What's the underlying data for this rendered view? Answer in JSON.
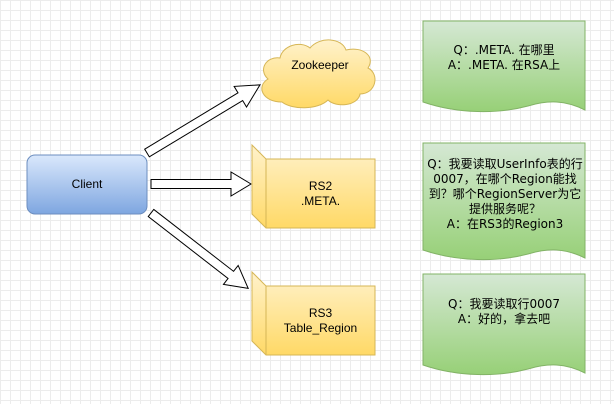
{
  "nodes": {
    "client": "Client",
    "zookeeper": "Zookeeper",
    "rs2": "RS2\n.META.",
    "rs3": "RS3\nTable_Region"
  },
  "notes": {
    "note1": "Q：.META. 在哪里\nA：.META. 在RSA上",
    "note2": "Q：我要读取UserInfo表的行0007，在哪个Region能找到？哪个RegionServer为它提供服务呢？\nA：在RS3的Region3",
    "note3": "Q：我要读取行0007\nA：好的，拿去吧"
  },
  "colors": {
    "client_fill_top": "#dae8fc",
    "client_fill_bottom": "#7ea6e0",
    "client_stroke": "#6c8ebf",
    "yellow_top": "#fff2cc",
    "yellow_bottom": "#ffd966",
    "yellow_stroke": "#d6b656",
    "note_fill": "#d5e8d4",
    "note_stroke": "#82b366"
  }
}
